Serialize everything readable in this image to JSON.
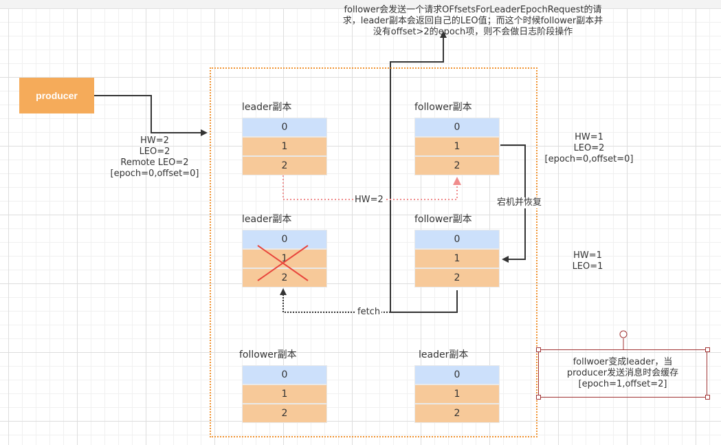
{
  "header_note": {
    "line1": "follower会发送一个请求OFfsetsForLeaderEpochRequest的请",
    "line2": "求，leader副本会返回自己的LEO值；而这个时候follower副本并",
    "line3": "没有offset>2的epoch项，则不会做日志阶段操作"
  },
  "producer": {
    "label": "producer"
  },
  "producer_state": {
    "line1": "HW=2",
    "line2": "LEO=2",
    "line3": "Remote LEO=2",
    "line4": "[epoch=0,offset=0]"
  },
  "stages": [
    {
      "left": {
        "title": "leader副本",
        "cells": [
          "0",
          "1",
          "2"
        ]
      },
      "right": {
        "title": "follower副本",
        "cells": [
          "0",
          "1",
          "2"
        ]
      },
      "right_state": {
        "line1": "HW=1",
        "line2": "LEO=2",
        "line3": "[epoch=0,offset=0]"
      }
    },
    {
      "left": {
        "title": "leader副本",
        "cells": [
          "0",
          "1",
          "2"
        ]
      },
      "right": {
        "title": "follower副本",
        "cells": [
          "0",
          "1",
          "2"
        ]
      },
      "right_state": {
        "line1": "HW=1",
        "line2": "LEO=1"
      }
    },
    {
      "left": {
        "title": "follower副本",
        "cells": [
          "0",
          "1",
          "2"
        ]
      },
      "right": {
        "title": "leader副本",
        "cells": [
          "0",
          "1",
          "2"
        ]
      }
    }
  ],
  "labels": {
    "hw_sync": "HW=2",
    "crash_recover": "宕机并恢复",
    "fetch": "fetch"
  },
  "callout": {
    "line1": "follwoer变成leader，当",
    "line2": "producer发送消息时会缓存",
    "line3": "[epoch=1,offset=2]"
  },
  "colors": {
    "orange": "#f5ab5a",
    "blue_cell": "#cce0fb",
    "orange_cell": "#f7c999",
    "cross": "#e8453c",
    "hw_dotted": "#f08c8c"
  }
}
